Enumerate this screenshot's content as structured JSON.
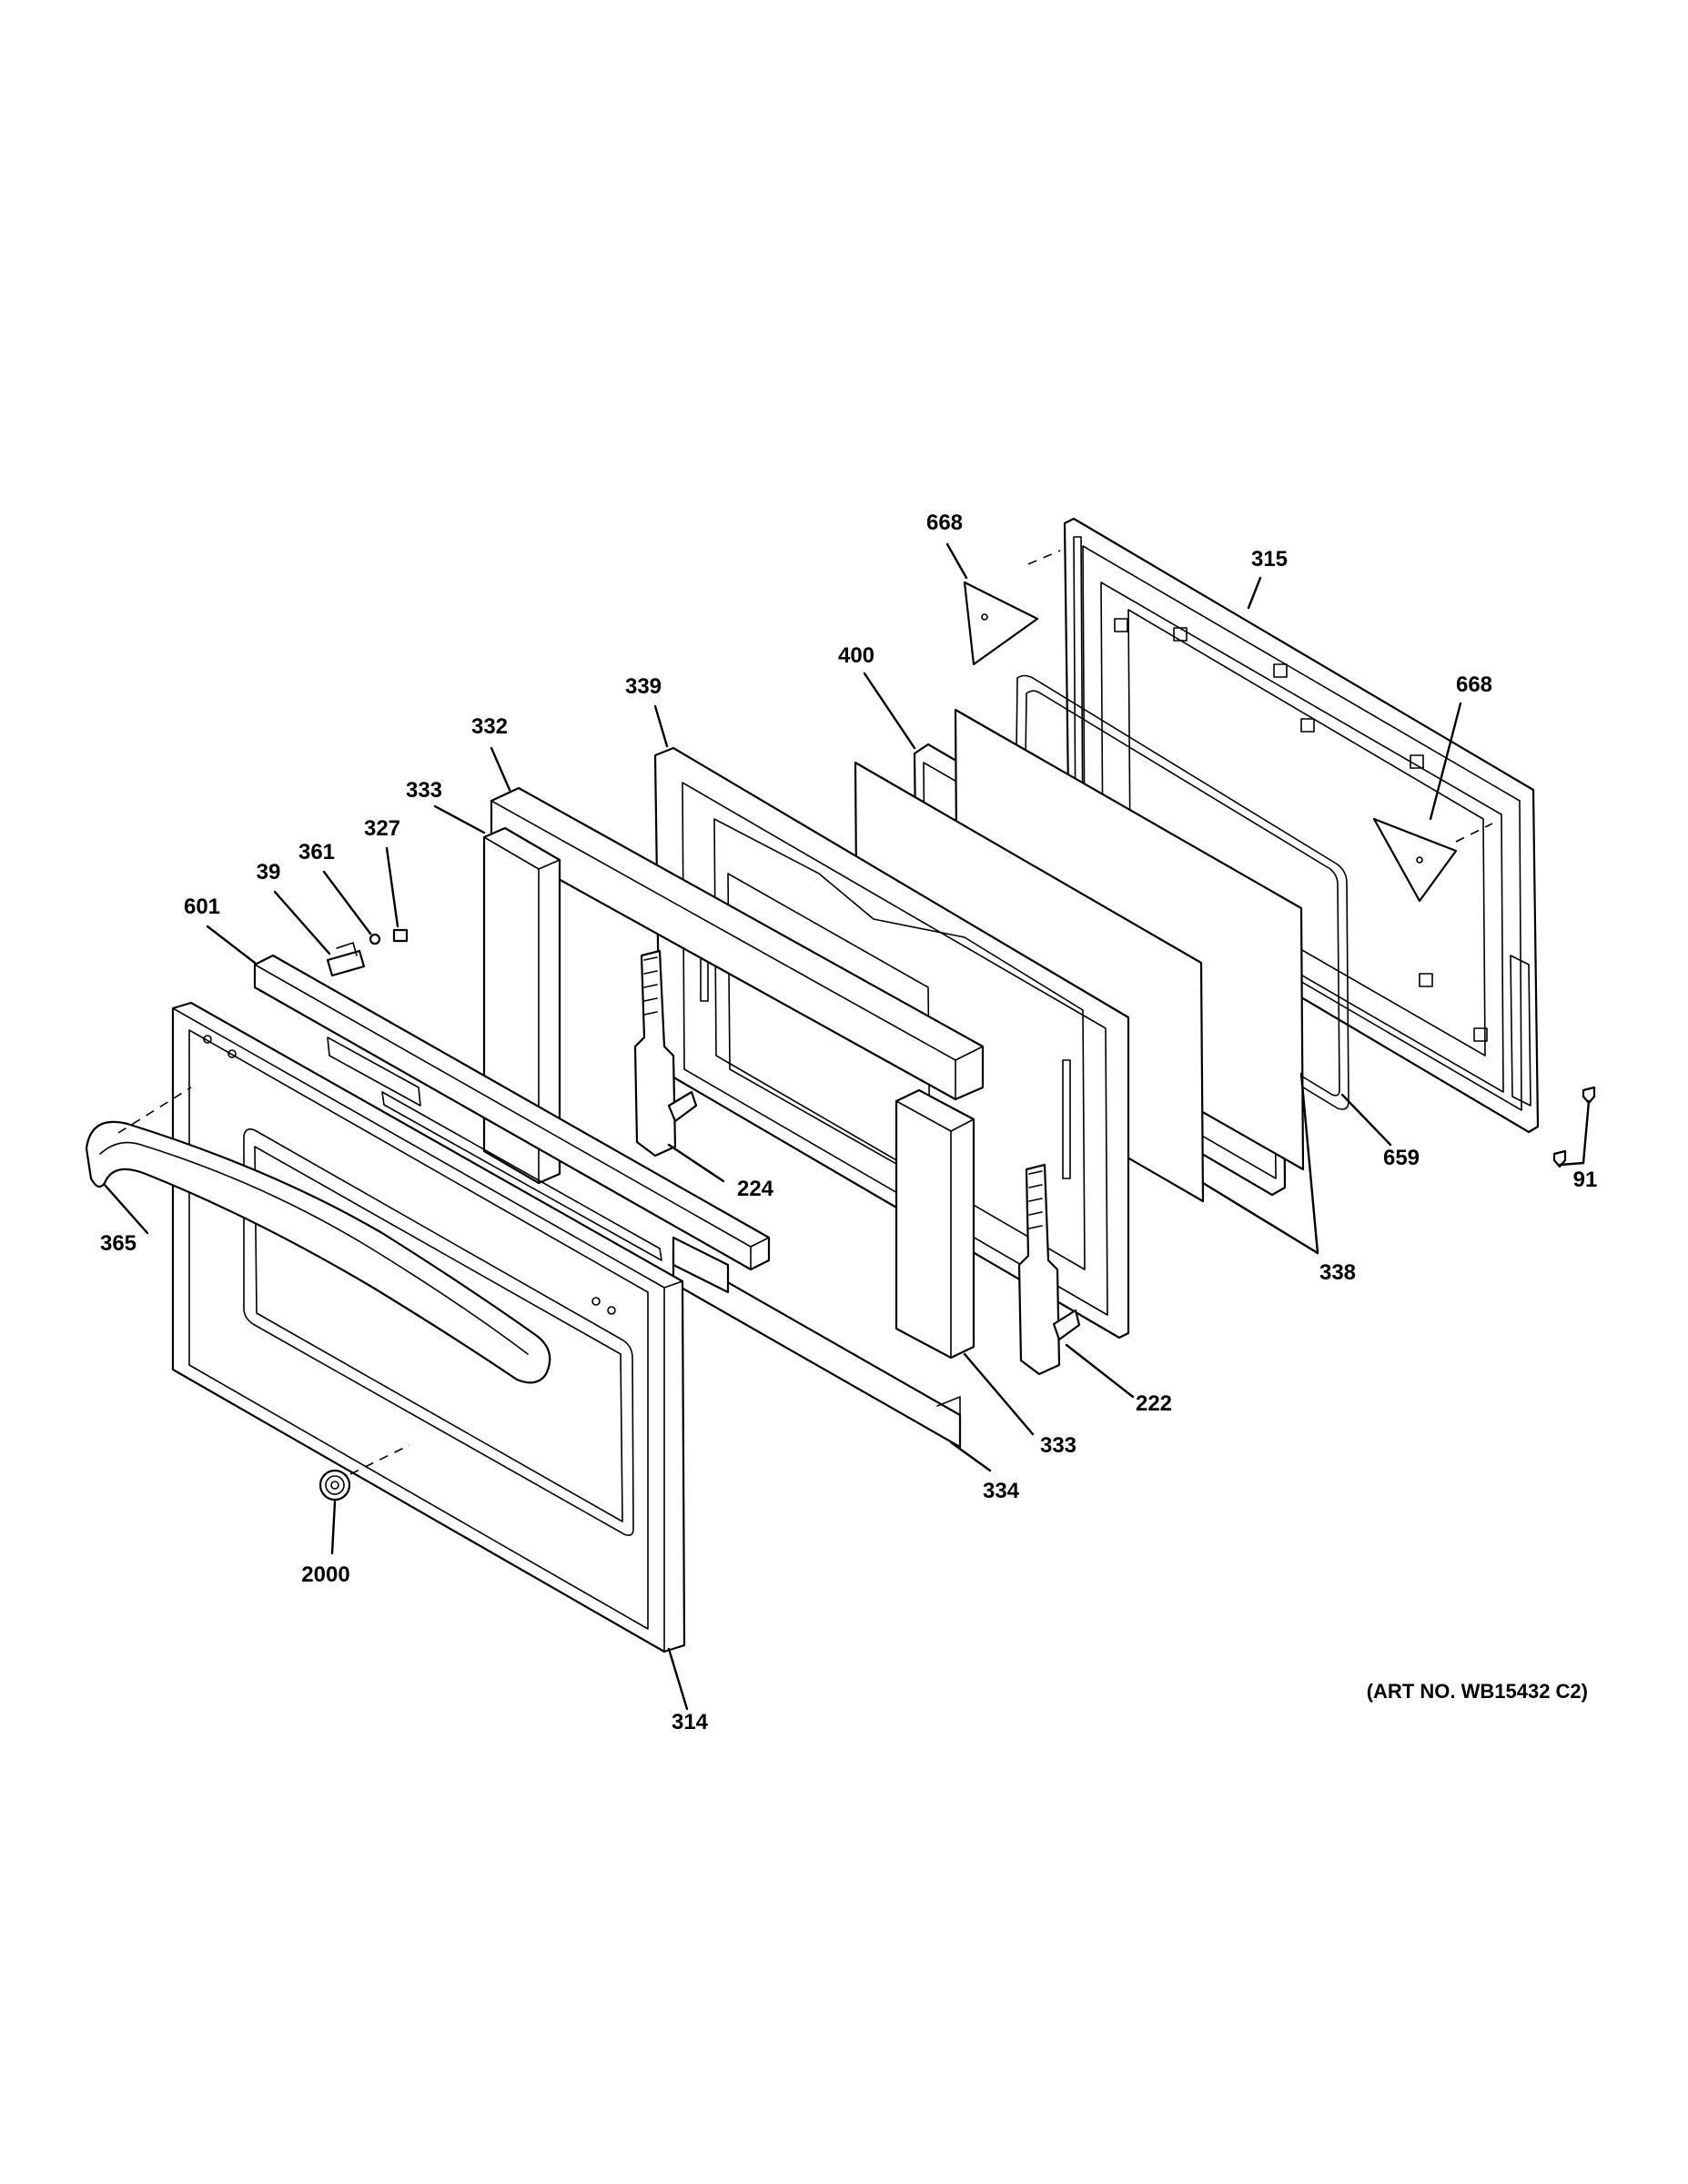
{
  "art_number": "(ART NO. WB15432 C2)",
  "callouts": {
    "c668_top": "668",
    "c315": "315",
    "c668_right": "668",
    "c339": "339",
    "c400": "400",
    "c332": "332",
    "c333_left": "333",
    "c327": "327",
    "c361": "361",
    "c39": "39",
    "c601": "601",
    "c224": "224",
    "c659": "659",
    "c91": "91",
    "c365": "365",
    "c338": "338",
    "c222": "222",
    "c333_right": "333",
    "c334": "334",
    "c2000": "2000",
    "c314": "314"
  }
}
